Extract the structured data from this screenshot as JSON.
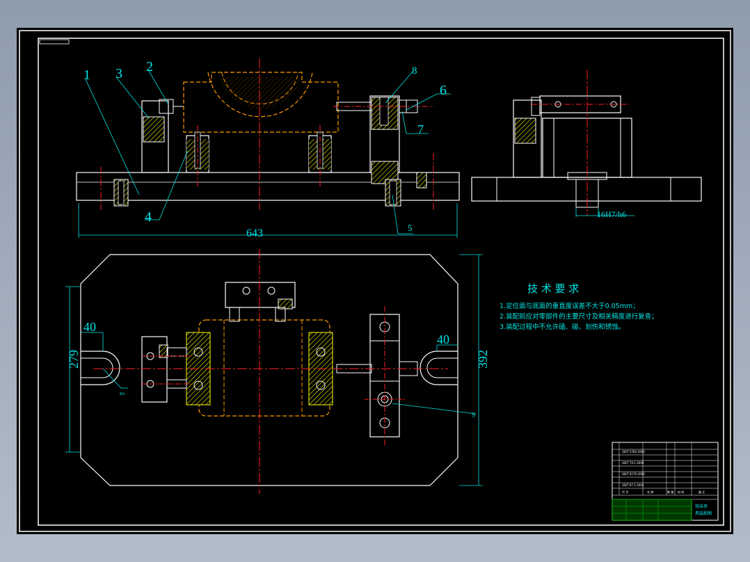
{
  "colors": {
    "background": "#000000",
    "frame": "#ffffff",
    "part": "#ffffff",
    "hidden_line": "#ff9900",
    "center_line": "#ff2020",
    "dimension": "#00e5e5",
    "hatch": "#ffff00",
    "table_green": "#00c800"
  },
  "front_view": {
    "callouts": [
      "1",
      "3",
      "2",
      "4",
      "8",
      "6",
      "7",
      "5"
    ],
    "overall_length": "643"
  },
  "side_view": {
    "fit_note": "16H7/h6"
  },
  "top_view": {
    "left_slot_width": "40",
    "right_slot_width": "40",
    "overall_width_left": "279",
    "overall_width_right": "392",
    "callout_9": "9",
    "radius_note": "R4"
  },
  "tech_requirements": {
    "title": "技 术 要 求",
    "items": [
      "1.定位面与底面的垂直度误差不大于0.05mm；",
      "2.装配前应对零部件的主要尺寸及相关精度进行复查；",
      "3.装配过程中不允许磕、碰、划伤和锈蚀。"
    ]
  },
  "title_block": {
    "header_code": "代  号",
    "header_name": "名  称",
    "header_qty": "数 量",
    "header_mat": "材  料",
    "header_note": "备  注",
    "row_codes": [
      "",
      "GB/T 5783-2000",
      "",
      "GB/T 70.1-2000",
      "",
      "GB/T 6170-2000",
      "",
      "GB/T 97.1-2002",
      ""
    ],
    "drawing_name_1": "铣床夹",
    "drawing_name_2": "具装配图"
  }
}
